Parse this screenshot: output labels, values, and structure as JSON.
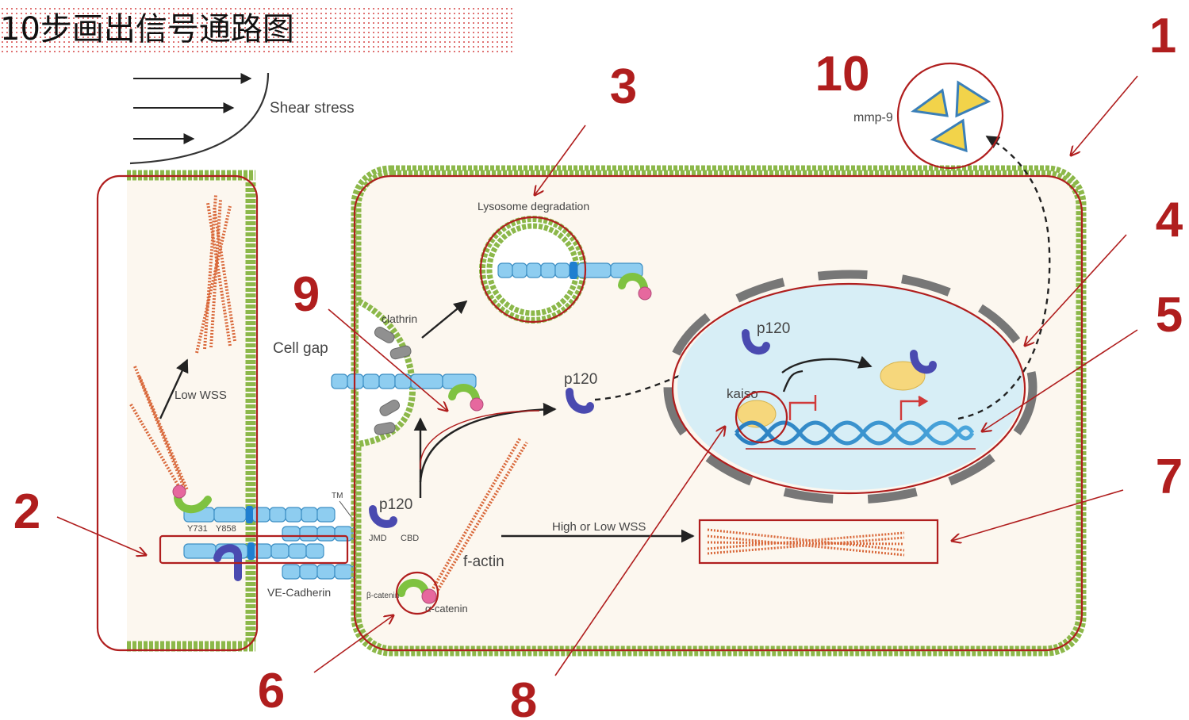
{
  "title": "10步画出信号通路图",
  "labels": {
    "shear_stress": "Shear stress",
    "low_wss": "Low WSS",
    "y731": "Y731",
    "y858": "Y858",
    "ve_cadherin": "VE-Cadherin",
    "tm": "TM",
    "p120_membrane": "p120",
    "jmd": "JMD",
    "cbd": "CBD",
    "beta_catenin": "β-catenin",
    "alpha_catenin": "α-catenin",
    "f_actin": "f-actin",
    "cell_gap": "Cell gap",
    "clathrin": "clathrin",
    "lysosome_degradation": "Lysosome degradation",
    "p120_cytoplasm": "p120",
    "p120_nucleus": "p120",
    "kaiso": "kaiso",
    "high_or_low_wss": "High or Low WSS",
    "mmp9": "mmp-9"
  },
  "step_numbers": [
    "1",
    "2",
    "3",
    "4",
    "5",
    "6",
    "7",
    "8",
    "9",
    "10"
  ],
  "colors": {
    "annotation_red": "#b01e1e",
    "membrane_green": "#8cb84a",
    "cadherin_blue": "#8ecdf0",
    "p120_purple": "#4a4ab0",
    "beta_catenin_green": "#7fc241",
    "alpha_catenin_pink": "#e6689e",
    "actin_red": "#d9683a",
    "kaiso_yellow": "#f6d77c",
    "nucleus_blue": "#d7eef6",
    "mmp9_yellow": "#f2d34a",
    "cell_fill": "#fcf7ef"
  }
}
